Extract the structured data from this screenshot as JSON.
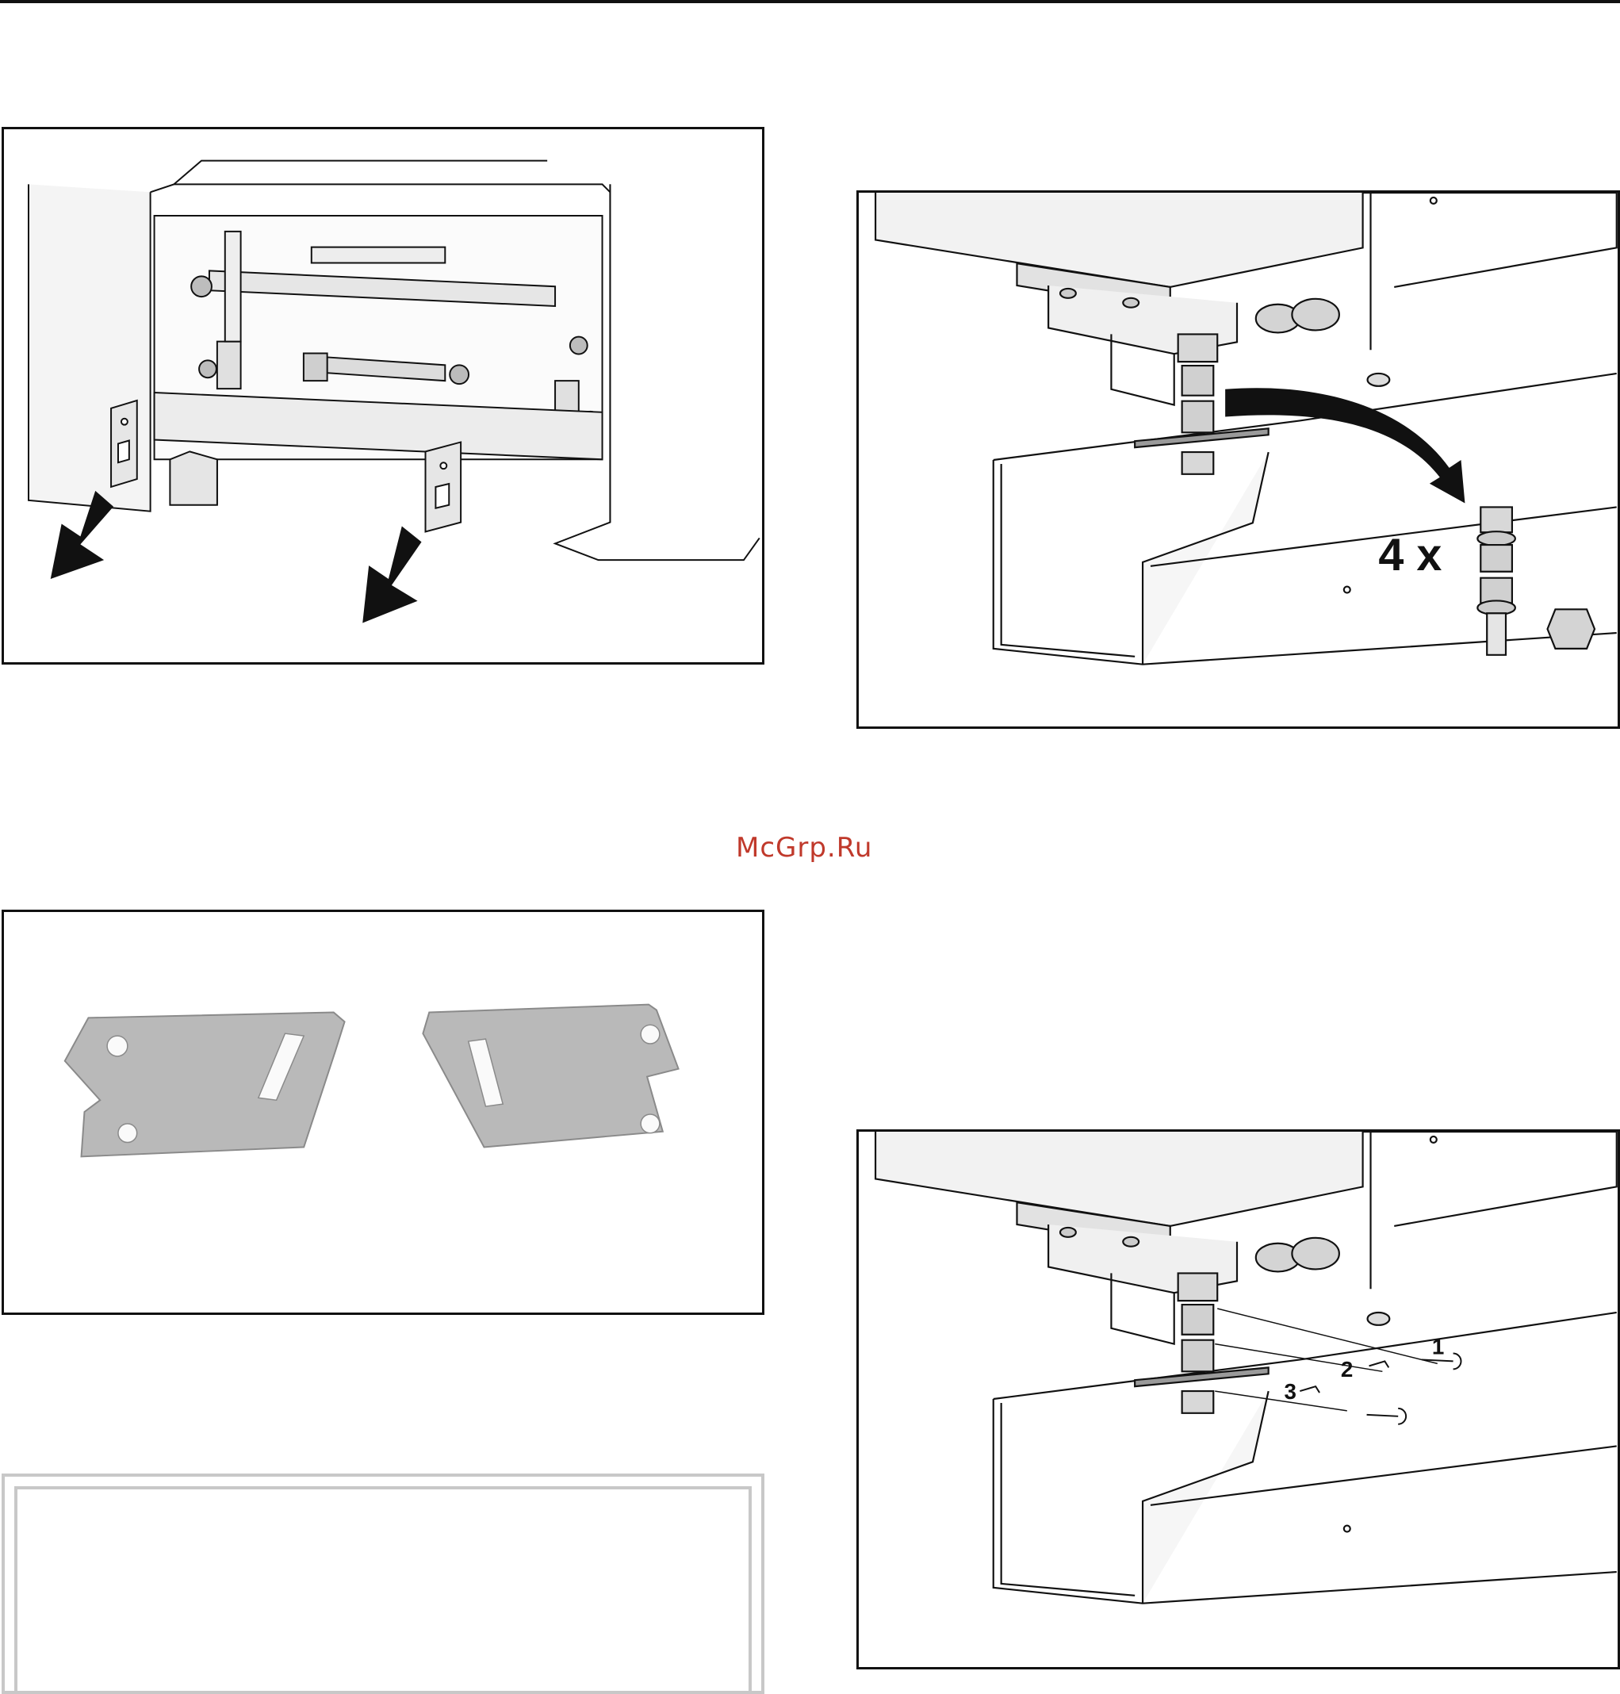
{
  "watermark": "McGrp.Ru",
  "figures": {
    "fig2": {
      "quantity_label": "4 x"
    },
    "fig4": {
      "step_labels": [
        "1",
        "2",
        "3"
      ]
    }
  },
  "icons": {
    "fig1": "removal-arrow-icon",
    "fig2": "bolt-assembly-icon",
    "fig4": "wrench-icon"
  }
}
